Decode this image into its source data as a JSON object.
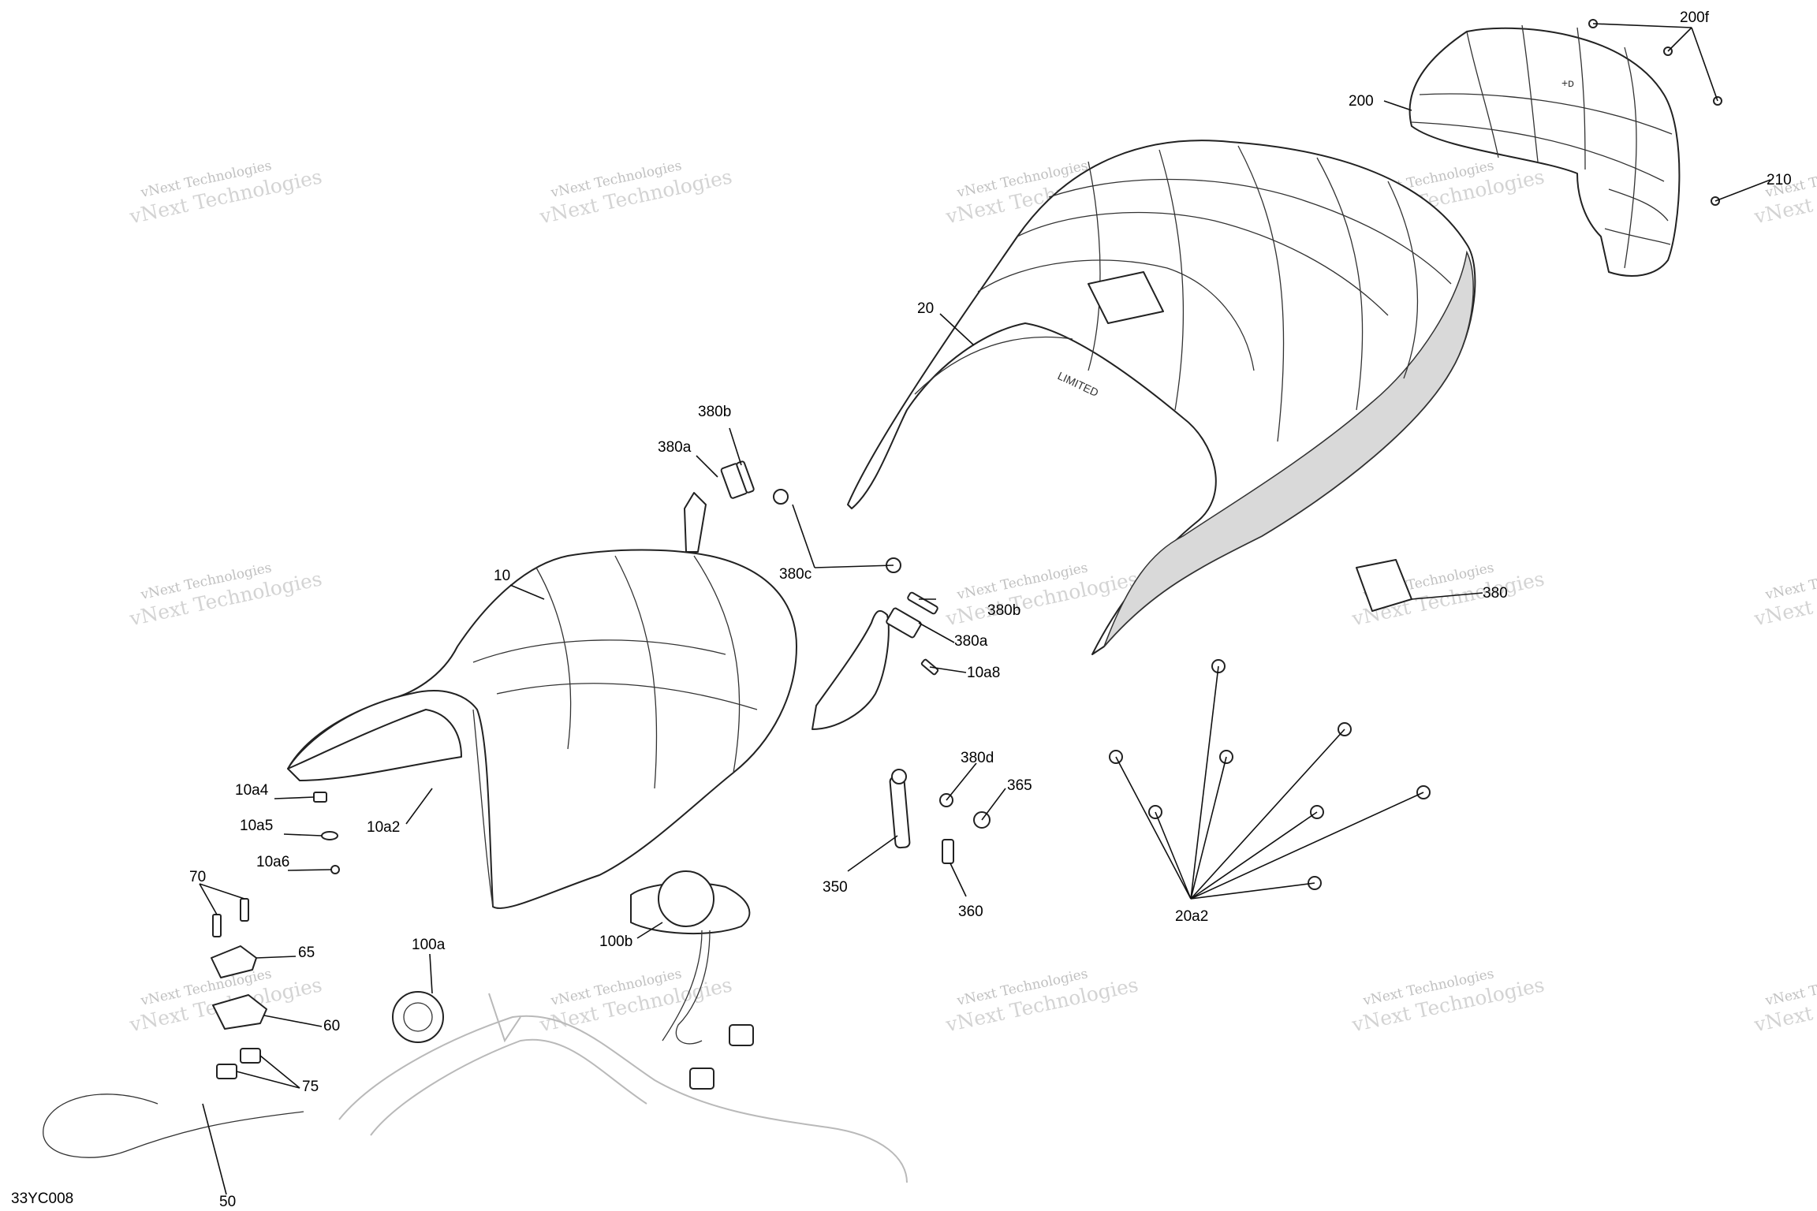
{
  "diagram": {
    "code": "33YC008",
    "watermark": {
      "line1": "vNext Technologies",
      "line2": "vNext Technologies"
    },
    "labels": {
      "l200f": "200f",
      "l200": "200",
      "l210": "210",
      "l20": "20",
      "l380b_top": "380b",
      "l380a_top": "380a",
      "l380c": "380c",
      "l10": "10",
      "l380b_mid": "380b",
      "l380a_mid": "380a",
      "l10a8": "10a8",
      "l380": "380",
      "l10a4": "10a4",
      "l10a5": "10a5",
      "l10a2": "10a2",
      "l10a6": "10a6",
      "l70": "70",
      "l65": "65",
      "l60": "60",
      "l75": "75",
      "l50": "50",
      "l100a": "100a",
      "l100b": "100b",
      "l380d": "380d",
      "l365": "365",
      "l350": "350",
      "l360": "360",
      "l20a2": "20a2"
    }
  }
}
